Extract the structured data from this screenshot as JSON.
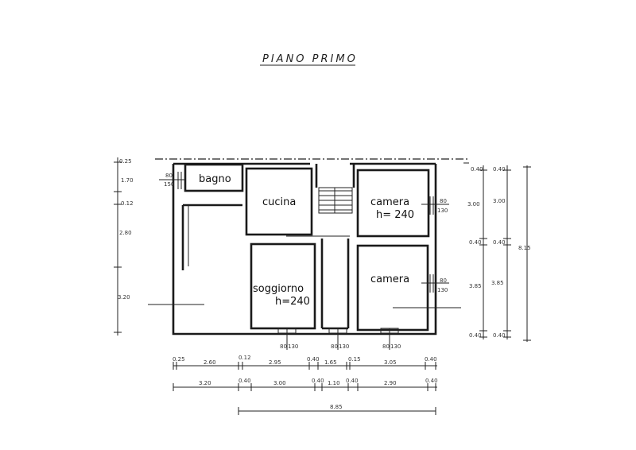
{
  "title": "PIANO PRIMO",
  "rooms": {
    "bagno": "bagno",
    "cucina": "cucina",
    "camera_top": "camera",
    "camera_top_h": "h= 240",
    "soggiorno": "soggiorno",
    "soggiorno_h": "h=240",
    "camera_bottom": "camera"
  },
  "window_dims": {
    "w": "80",
    "h": "130",
    "h_alt": "150"
  },
  "left_dims": [
    "0.25",
    "1.70",
    "0.12",
    "2.80",
    "3.20"
  ],
  "right_inner_dims": [
    "0.40",
    "3.00",
    "0.40",
    "3.85",
    "0.40"
  ],
  "right_outer_dims": [
    "0.40",
    "3.00",
    "0.40",
    "3.85",
    "0.40"
  ],
  "right_total": "8.15",
  "bottom_row1": [
    "0.25",
    "2.60",
    "0.12",
    "2.95",
    "0.40",
    "1.65",
    "0.15",
    "3.05",
    "0.40"
  ],
  "bottom_row2": [
    "3.20",
    "0.40",
    "3.00",
    "0.40",
    "1.10",
    "0.40",
    "2.90",
    "0.40"
  ],
  "bottom_total": "8.85",
  "colors": {
    "ink": "#1a1a1a",
    "paper": "#ffffff"
  }
}
